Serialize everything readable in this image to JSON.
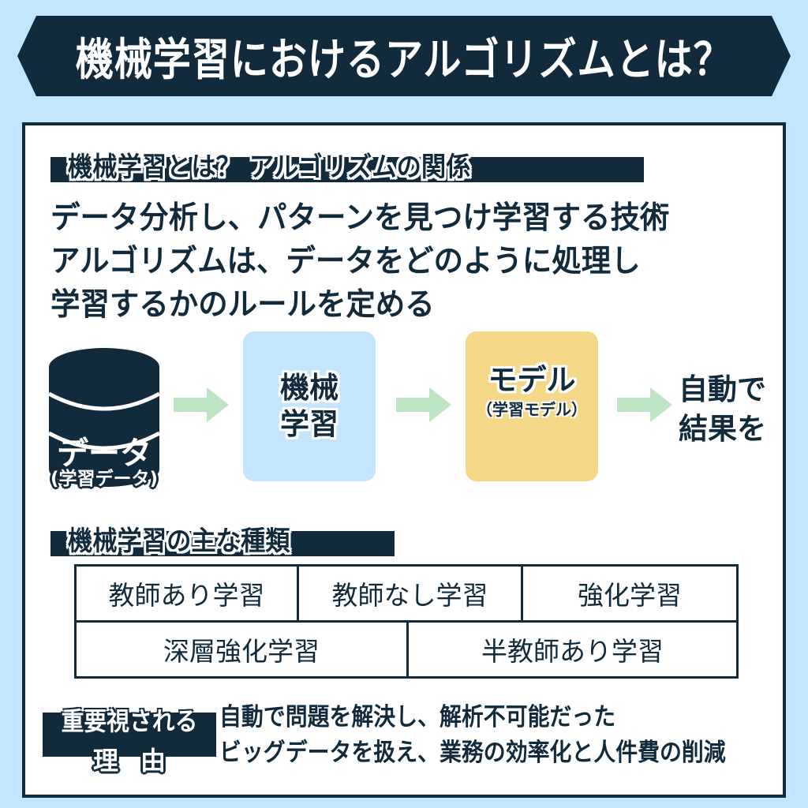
{
  "title": "機械学習におけるアルゴリズムとは？",
  "section1": {
    "heading": "機械学習とは？ アルゴリズムの関係",
    "lines": [
      "データ分析し、パターンを見つけ学習する技術",
      "アルゴリズムは、データをどのように処理し",
      "学習するかのルールを定める"
    ]
  },
  "flow": {
    "data": {
      "label": "データ",
      "sub": "(学習データ)",
      "icon": "database-icon"
    },
    "ml": {
      "line1": "機械",
      "line2": "学習"
    },
    "model": {
      "label": "モデル",
      "sub": "（学習モデル）"
    },
    "result": {
      "line1": "自動で",
      "line2": "結果を"
    },
    "arrow_icon": "arrow-right-icon"
  },
  "section2": {
    "heading": "機械学習の主な種類",
    "row1": [
      "教師あり学習",
      "教師なし学習",
      "強化学習"
    ],
    "row2": [
      "深層強化学習",
      "半教師あり学習"
    ]
  },
  "reason": {
    "tag_line1": "重要視される",
    "tag_line2": "理由",
    "lines": [
      "自動で問題を解決し、解析不可能だった",
      "ビッグデータを扱え、業務の効率化と人件費の削減"
    ]
  },
  "colors": {
    "background": "#c3e6fc",
    "navy": "#112b3c",
    "ml_box": "#c3e6fc",
    "model_box": "#f5d788",
    "arrow": "#bde5c4"
  }
}
